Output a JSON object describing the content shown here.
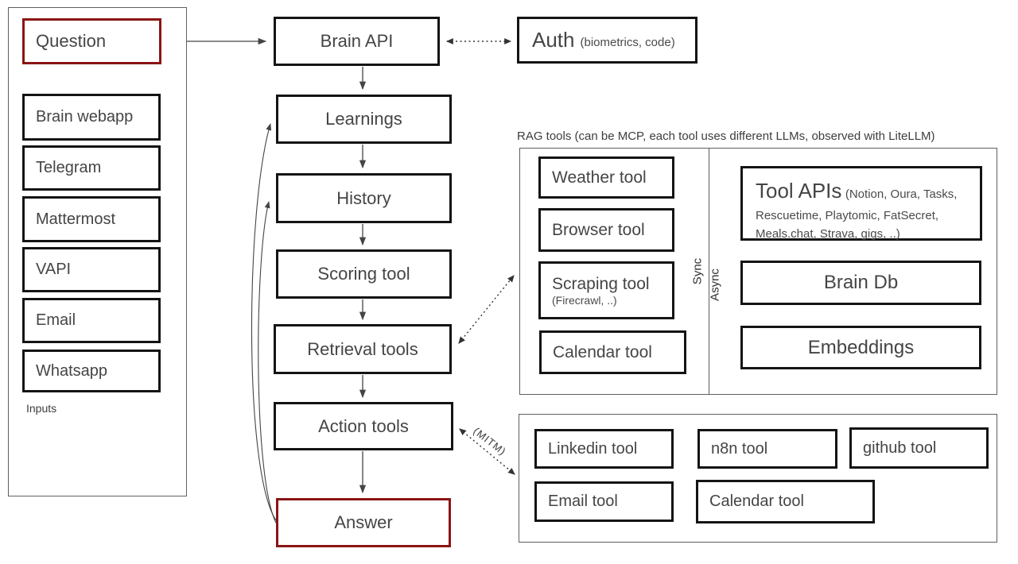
{
  "diagram": {
    "inputs_panel": {
      "question": "Question",
      "items": [
        "Brain webapp",
        "Telegram",
        "Mattermost",
        "VAPI",
        "Email",
        "Whatsapp"
      ],
      "caption": "Inputs"
    },
    "pipeline": {
      "brain_api": "Brain API",
      "learnings": "Learnings",
      "history": "History",
      "scoring": "Scoring tool",
      "retrieval": "Retrieval tools",
      "action": "Action tools",
      "answer": "Answer"
    },
    "auth": {
      "title": "Auth",
      "subtitle": "(biometrics, code)"
    },
    "rag": {
      "label": "RAG tools (can be MCP, each tool uses different LLMs, observed with LiteLLM)",
      "sync_tools": [
        {
          "title": "Weather tool",
          "subtitle": ""
        },
        {
          "title": "Browser tool",
          "subtitle": ""
        },
        {
          "title": "Scraping tool",
          "subtitle": "(Firecrawl, ..)"
        },
        {
          "title": "Calendar tool",
          "subtitle": ""
        }
      ],
      "divider": {
        "left_label": "Sync",
        "right_label": "Async"
      },
      "tool_apis": {
        "title": "Tool APIs",
        "subtitle": "(Notion, Oura, Tasks, Rescuetime, Playtomic, FatSecret, Meals.chat, Strava, gigs, ..)"
      },
      "brain_db": "Brain Db",
      "embeddings": "Embeddings"
    },
    "action_tools_panel": {
      "row1": [
        "Linkedin tool",
        "n8n tool",
        "github tool"
      ],
      "row2": [
        "Email tool",
        "Calendar tool"
      ]
    },
    "mitm_label": "(MITM)",
    "colors": {
      "accent_red": "#8b1515",
      "box_border": "#141414",
      "container_border": "#5f5f5f",
      "text": "#454545",
      "line": "#444444"
    }
  }
}
